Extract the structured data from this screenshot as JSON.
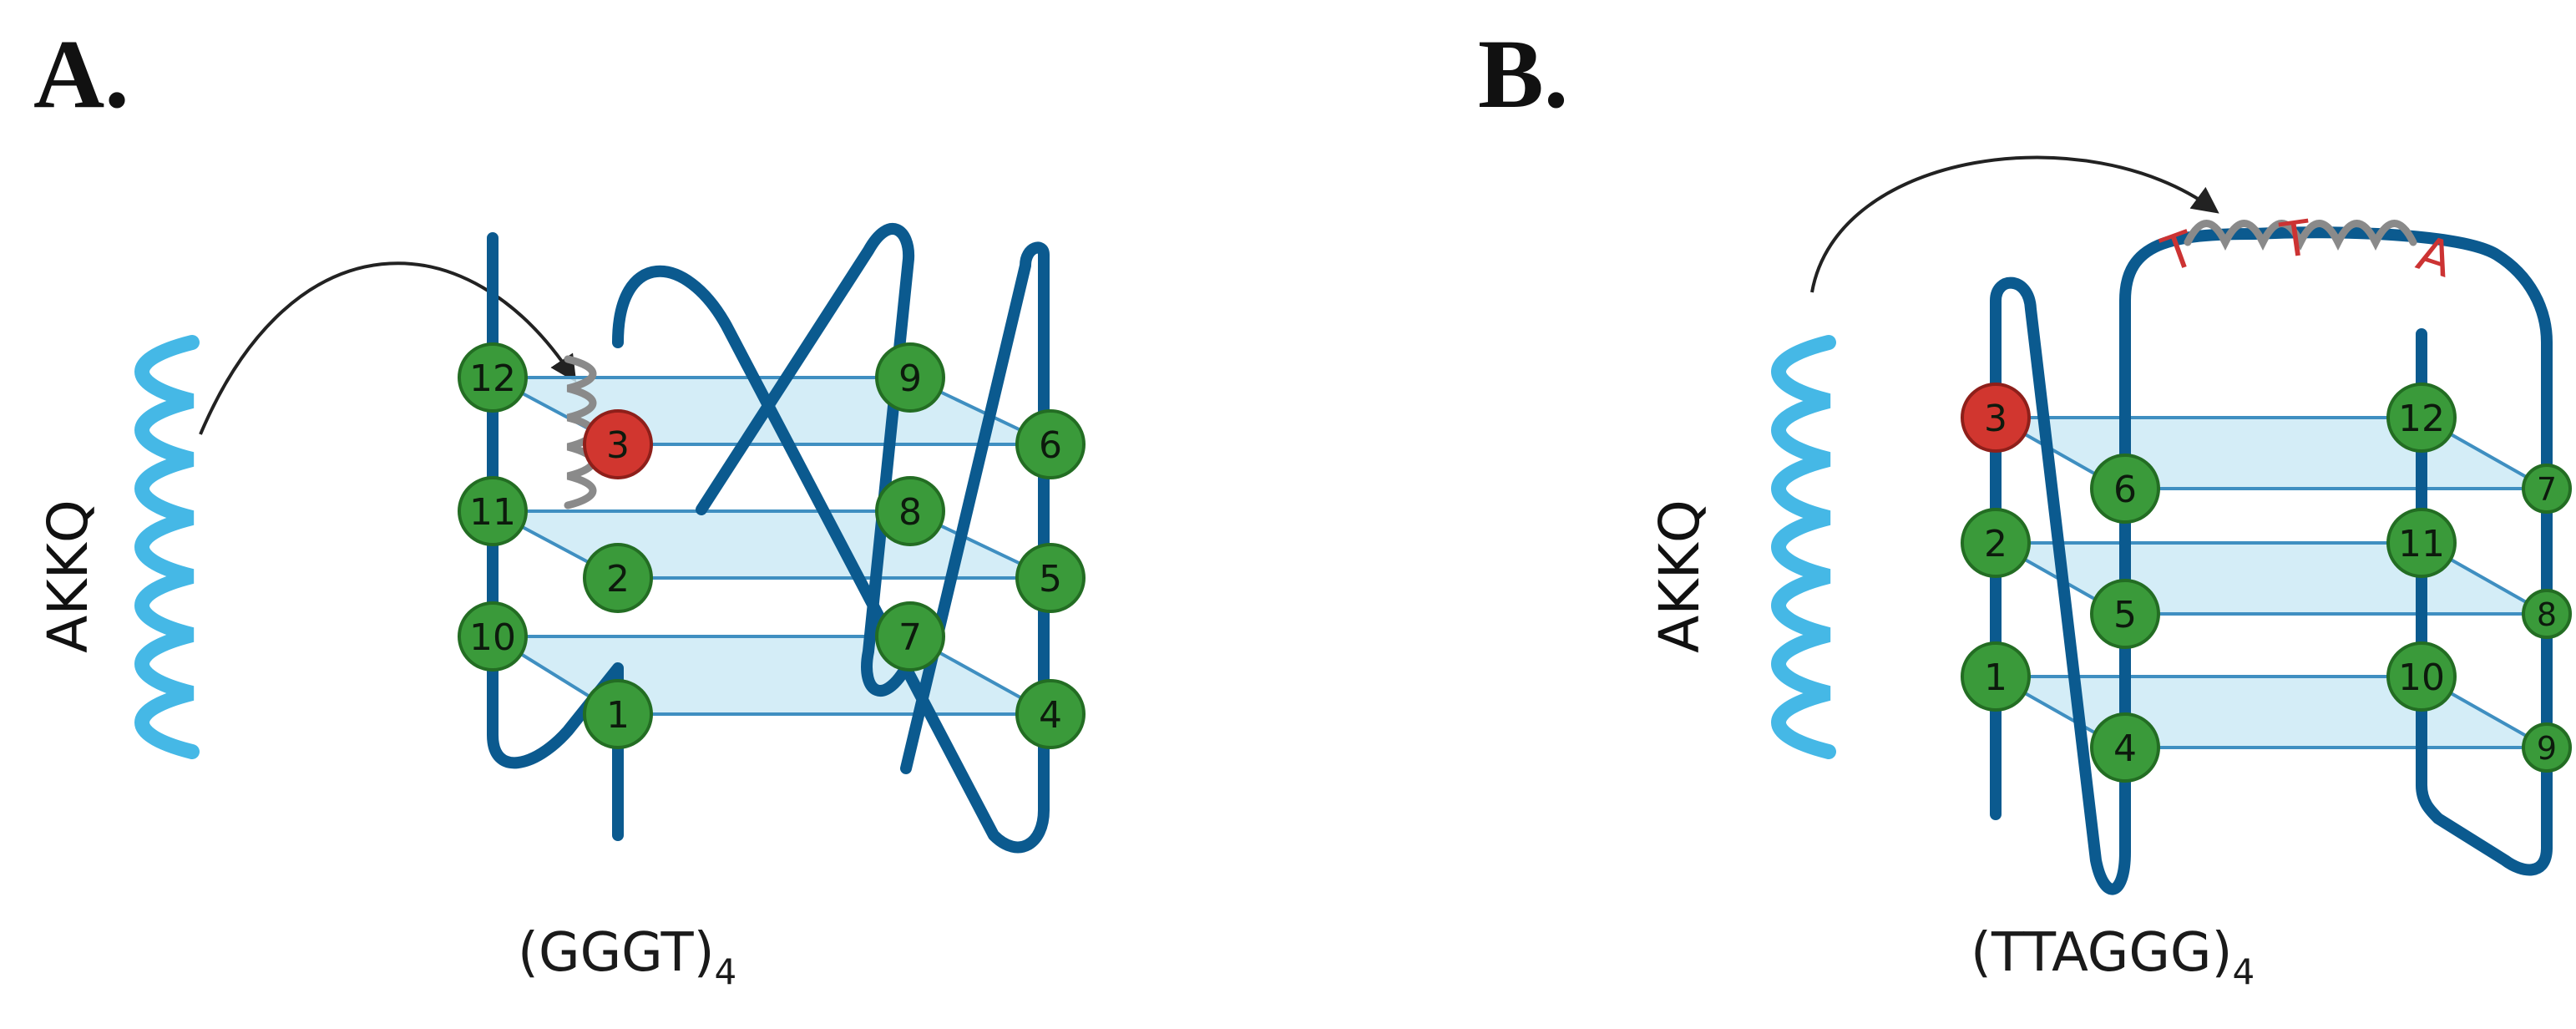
{
  "panels": [
    {
      "label": "A.",
      "peptide": "AKKQ",
      "sequence_main": "(GGGT)",
      "sequence_sub": "4",
      "nodes": [
        "12",
        "3",
        "11",
        "2",
        "10",
        "1",
        "9",
        "6",
        "8",
        "5",
        "7",
        "4"
      ],
      "highlighted_node": "3"
    },
    {
      "label": "B.",
      "peptide": "AKKQ",
      "sequence_main": "(TTAGGG)",
      "sequence_sub": "4",
      "loop_labels": [
        "T",
        "T",
        "A"
      ],
      "nodes": [
        "3",
        "6",
        "2",
        "5",
        "1",
        "4",
        "12",
        "7",
        "11",
        "8",
        "10",
        "9"
      ],
      "highlighted_node": "3"
    }
  ],
  "colors": {
    "strand": "#0b5a8f",
    "plate": "#cdeaf6",
    "guanine_node": "#3a9a3a",
    "binding_node": "#d1362f",
    "peptide_helix": "#45b8e6",
    "loop_text": "#cc3333"
  },
  "icons": [
    "peptide-helix-icon",
    "arrow-icon",
    "guanine-node-icon"
  ]
}
